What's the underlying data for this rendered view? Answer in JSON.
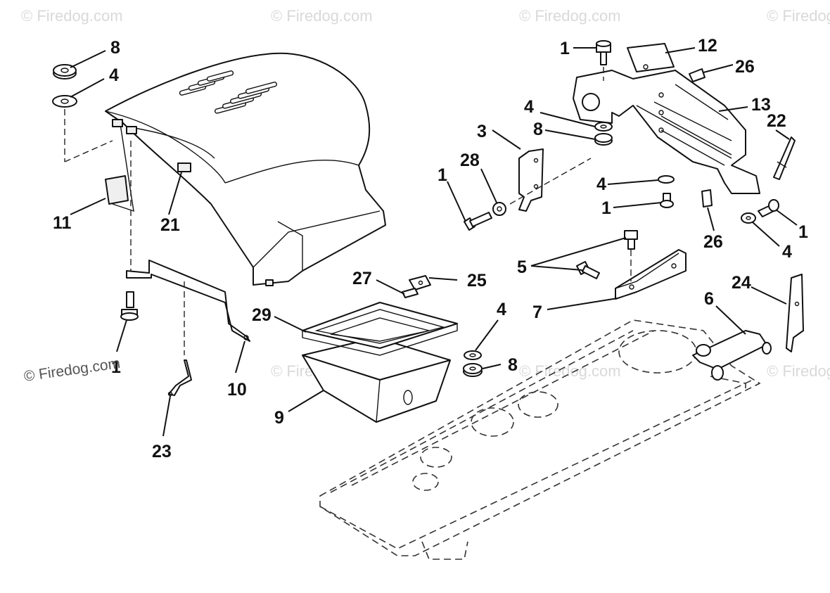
{
  "watermarks": {
    "faint": "© Firedog.com",
    "main": "© Firedog.com"
  },
  "callouts": {
    "c8_top_left": "8",
    "c4_top_left": "4",
    "c11": "11",
    "c21": "21",
    "c1_left": "1",
    "c10": "10",
    "c23": "23",
    "c29": "29",
    "c27": "27",
    "c25": "25",
    "c9": "9",
    "c4_mid": "4",
    "c8_mid": "8",
    "c3": "3",
    "c28": "28",
    "c1_mid": "1",
    "c4_upper": "4",
    "c8_upper": "8",
    "c1_top": "1",
    "c12": "12",
    "c26_top": "26",
    "c13": "13",
    "c22": "22",
    "c4_right": "4",
    "c1_right_mid": "1",
    "c26_lower": "26",
    "c1_far_right": "1",
    "c4_far_right": "4",
    "c5": "5",
    "c7": "7",
    "c6": "6",
    "c24": "24"
  }
}
